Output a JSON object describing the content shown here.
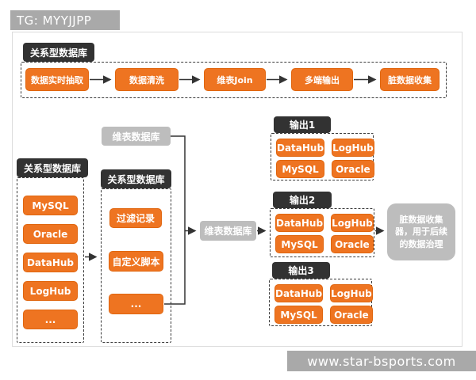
{
  "colors": {
    "orange": "#ee7421",
    "dark": "#323232",
    "graybox": "#bdbdbd",
    "bar": "#a9a9a9",
    "line": "#333333"
  },
  "tg_badge": "TG: MYYJJPP",
  "watermark": "www.star-bsports.com",
  "top_pipeline": {
    "tab": "关系型数据库",
    "steps": [
      "数据实时抽取",
      "数据清洗",
      "维表Join",
      "多端输出",
      "脏数据收集"
    ]
  },
  "left_source": {
    "tab": "关系型数据库",
    "items": [
      "MySQL",
      "Oracle",
      "DataHub",
      "LogHub",
      "..."
    ]
  },
  "dim_table_db_top": "维表数据库",
  "processing": {
    "tab": "关系型数据库",
    "items": [
      "过滤记录",
      "自定义脚本",
      "..."
    ]
  },
  "dim_table_db_mid": "维表数据库",
  "outputs": [
    {
      "tab": "输出1",
      "items": [
        "DataHub",
        "LogHub",
        "MySQL",
        "Oracle"
      ]
    },
    {
      "tab": "输出2",
      "items": [
        "DataHub",
        "LogHub",
        "MySQL",
        "Oracle"
      ]
    },
    {
      "tab": "输出3",
      "items": [
        "DataHub",
        "LogHub",
        "MySQL",
        "Oracle"
      ]
    }
  ],
  "dirty_collector": "脏数据收集器，用于后续的数据治理"
}
